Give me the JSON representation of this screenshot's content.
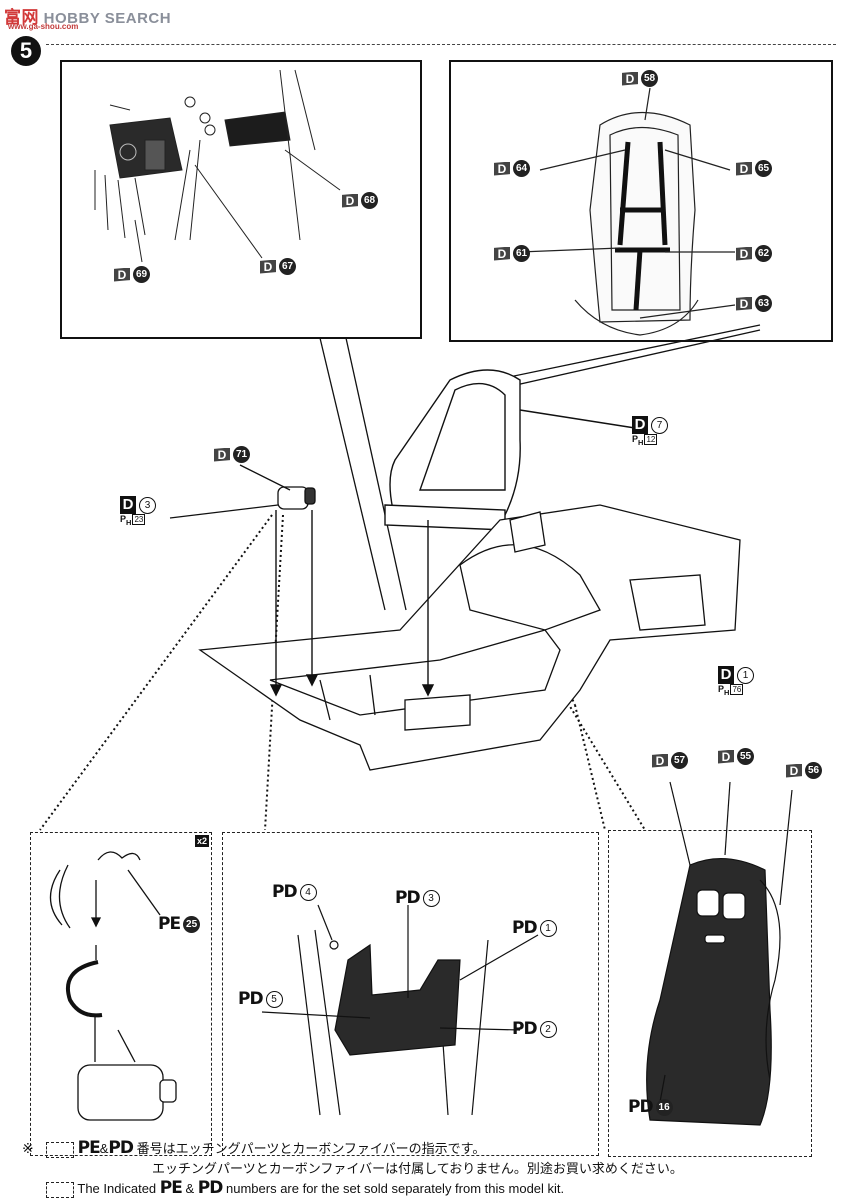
{
  "watermark": {
    "cn": "富",
    "cn2": "网",
    "brand": "HOBBY SEARCH",
    "sub": "www.ga-shou.com"
  },
  "step": "5",
  "parts": {
    "d58": "58",
    "d64": "64",
    "d65": "65",
    "d61": "61",
    "d62": "62",
    "d63": "63",
    "d68": "68",
    "d67": "67",
    "d69": "69",
    "d71": "71",
    "d7": "7",
    "d7_ph": "12",
    "d3": "3",
    "d3_ph": "23",
    "d1": "1",
    "d1_ph": "76",
    "d57": "57",
    "d55": "55",
    "d56": "56",
    "pe25": "25",
    "pd4": "4",
    "pd3": "3",
    "pd1": "1",
    "pd5": "5",
    "pd2": "2",
    "pd16": "16"
  },
  "labels": {
    "d": "D",
    "pe": "PE",
    "pd": "PD",
    "ph": "P",
    "ph_sub": "H",
    "x2": "x2",
    "amp": "&"
  },
  "footer": {
    "mark": "※",
    "jp1_suffix": "番号はエッチングパーツとカーボンファイバーの指示です。",
    "jp2": "エッチングパーツとカーボンファイバーは付属しておりません。別途お買い求めください。",
    "en_prefix": "The Indicated",
    "en_suffix": "numbers are for the set sold separately from this model kit."
  }
}
